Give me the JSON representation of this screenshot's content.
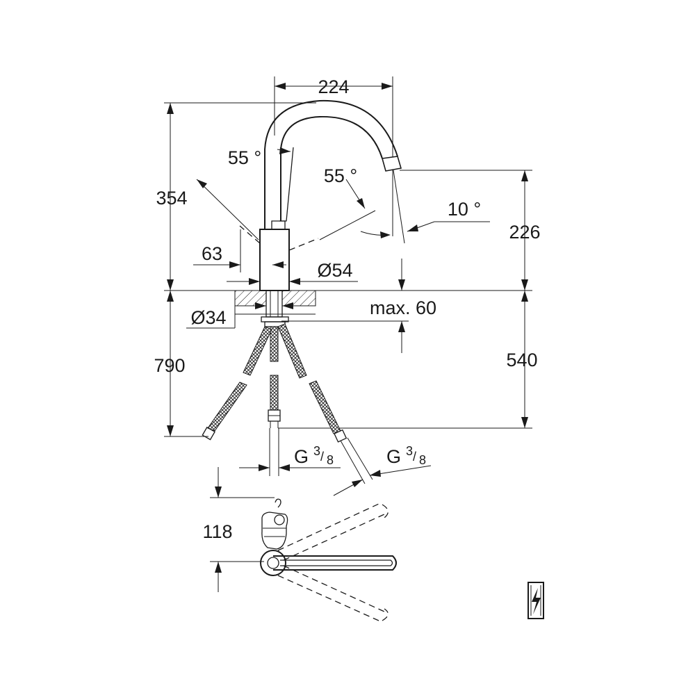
{
  "dimensions": {
    "spout_reach": "224",
    "total_height": "354",
    "spout_height": "226",
    "lever_angle_left": "55 °",
    "lever_angle_right": "55 °",
    "spout_angle": "10 °",
    "lever_offset": "63",
    "body_diameter": "Ø54",
    "hole_diameter": "Ø34",
    "max_thickness": "max. 60",
    "hose_length": "790",
    "hose_depth": "540",
    "connection_left": "G",
    "connection_right": "G",
    "thread_numerator": "3",
    "thread_denominator": "8",
    "top_view_depth": "118"
  },
  "symbol": {
    "icon": "lightning-bolt-icon"
  }
}
